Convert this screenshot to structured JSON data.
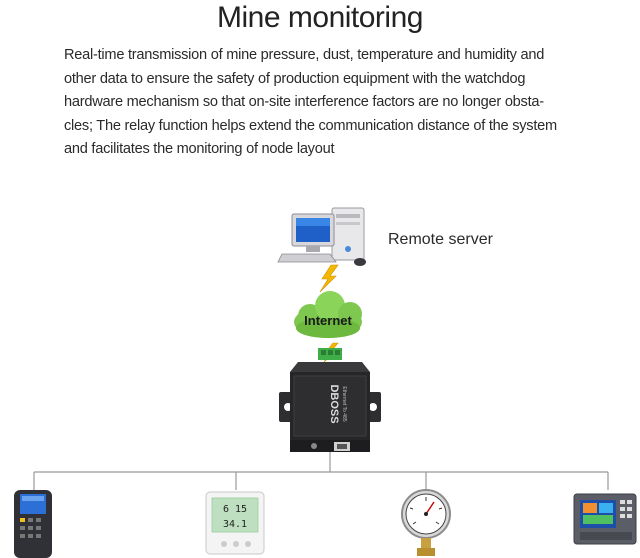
{
  "title": "Mine monitoring",
  "description": {
    "lines": [
      "Real-time transmission of mine pressure, dust, temperature and humidity and",
      "other data to ensure the safety of production equipment with the watchdog",
      "hardware mechanism so that on-site interference factors are no longer obsta-",
      "cles; The relay function helps extend the communication distance of the system",
      "and facilitates the monitoring of node layout"
    ]
  },
  "nodes": {
    "server_label": "Remote server",
    "internet_label": "Internet",
    "device_brand": "DBOSS",
    "device_model": "Ethernet To 485",
    "meter_reading_top": "6 15",
    "meter_reading_bottom": "34.1"
  },
  "colors": {
    "cloud": "#7ec850",
    "lightning": "#f5b800",
    "device": "#2b2b2b",
    "terminal": "#3fae49",
    "bus_line": "#999999"
  }
}
